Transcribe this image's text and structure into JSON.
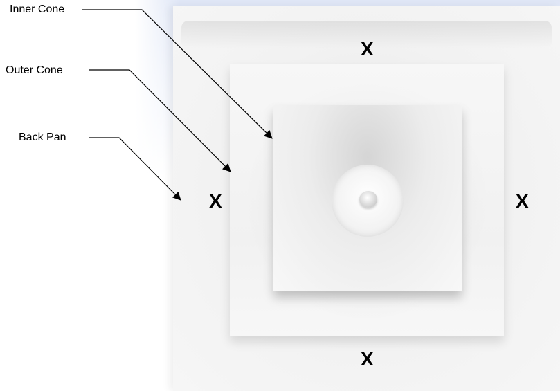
{
  "labels": {
    "inner_cone": "Inner Cone",
    "outer_cone": "Outer Cone",
    "back_pan": "Back Pan"
  },
  "marks": {
    "top": "X",
    "bottom": "X",
    "left": "X",
    "right": "X"
  },
  "colors": {
    "text": "#000000",
    "panel": "#f2f2f2",
    "background_tint": "#dfe6f6"
  }
}
